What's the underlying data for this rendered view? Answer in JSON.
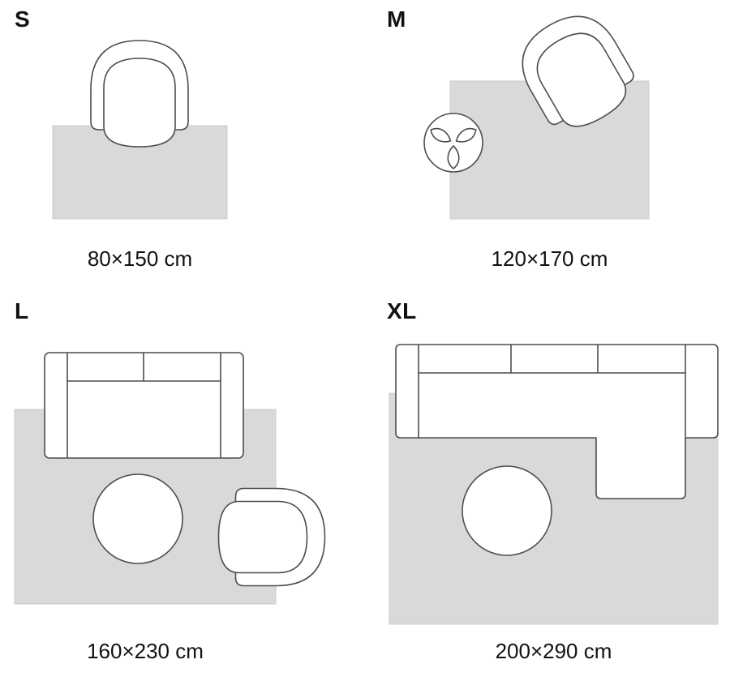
{
  "panels": [
    {
      "id": "s",
      "label": "S",
      "dimensions": "80×150 cm",
      "furniture": [
        "armchair"
      ]
    },
    {
      "id": "m",
      "label": "M",
      "dimensions": "120×170 cm",
      "furniture": [
        "armchair",
        "plant"
      ]
    },
    {
      "id": "l",
      "label": "L",
      "dimensions": "160×230 cm",
      "furniture": [
        "two-seat-sofa",
        "coffee-table",
        "armchair"
      ]
    },
    {
      "id": "xl",
      "label": "XL",
      "dimensions": "200×290 cm",
      "furniture": [
        "sectional-sofa",
        "coffee-table"
      ]
    }
  ],
  "colors": {
    "rug-fill": "#d9d9d9",
    "rug-edge": "#cccccc",
    "line": "#4d4d4d",
    "furniture-fill": "#ffffff",
    "text": "#121212",
    "background": "#ffffff"
  }
}
